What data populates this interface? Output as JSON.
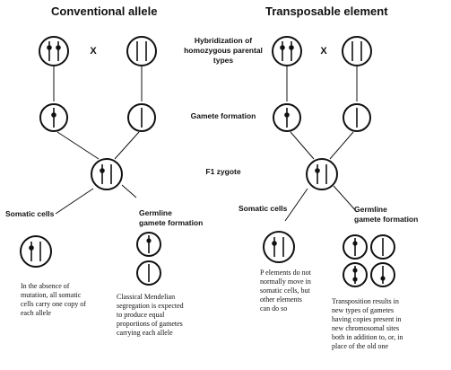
{
  "headers": {
    "left": "Conventional allele",
    "right": "Transposable element"
  },
  "cross_symbol": "X",
  "stages": {
    "hybridization": [
      "Hybridization of",
      "homozygous parental",
      "types"
    ],
    "gamete": "Gamete formation",
    "zygote": "F1   zygote"
  },
  "branch_labels": {
    "left_somatic": "Somatic cells",
    "left_germline": [
      "Germline",
      "gamete  formation"
    ],
    "right_somatic": "Somatic  cells",
    "right_germline": [
      "Germline",
      "gamete  formation"
    ]
  },
  "notes": {
    "left_somatic": [
      "In the absence of",
      "mutation, all somatic",
      "cells carry one copy of",
      "each allele"
    ],
    "left_germline": [
      "Classical Mendelian",
      "segregation is expected",
      "to produce equal",
      "proportions of gametes",
      "carrying each allele"
    ],
    "right_somatic": [
      "P elements do not",
      "normally move in",
      "somatic cells, but",
      "other elements",
      "can do so"
    ],
    "right_germline": [
      "Transposition results in",
      "new types of gametes",
      "having copies present in",
      "new chromosomal sites",
      "both in addition to, or, in",
      "place of the old one"
    ]
  }
}
